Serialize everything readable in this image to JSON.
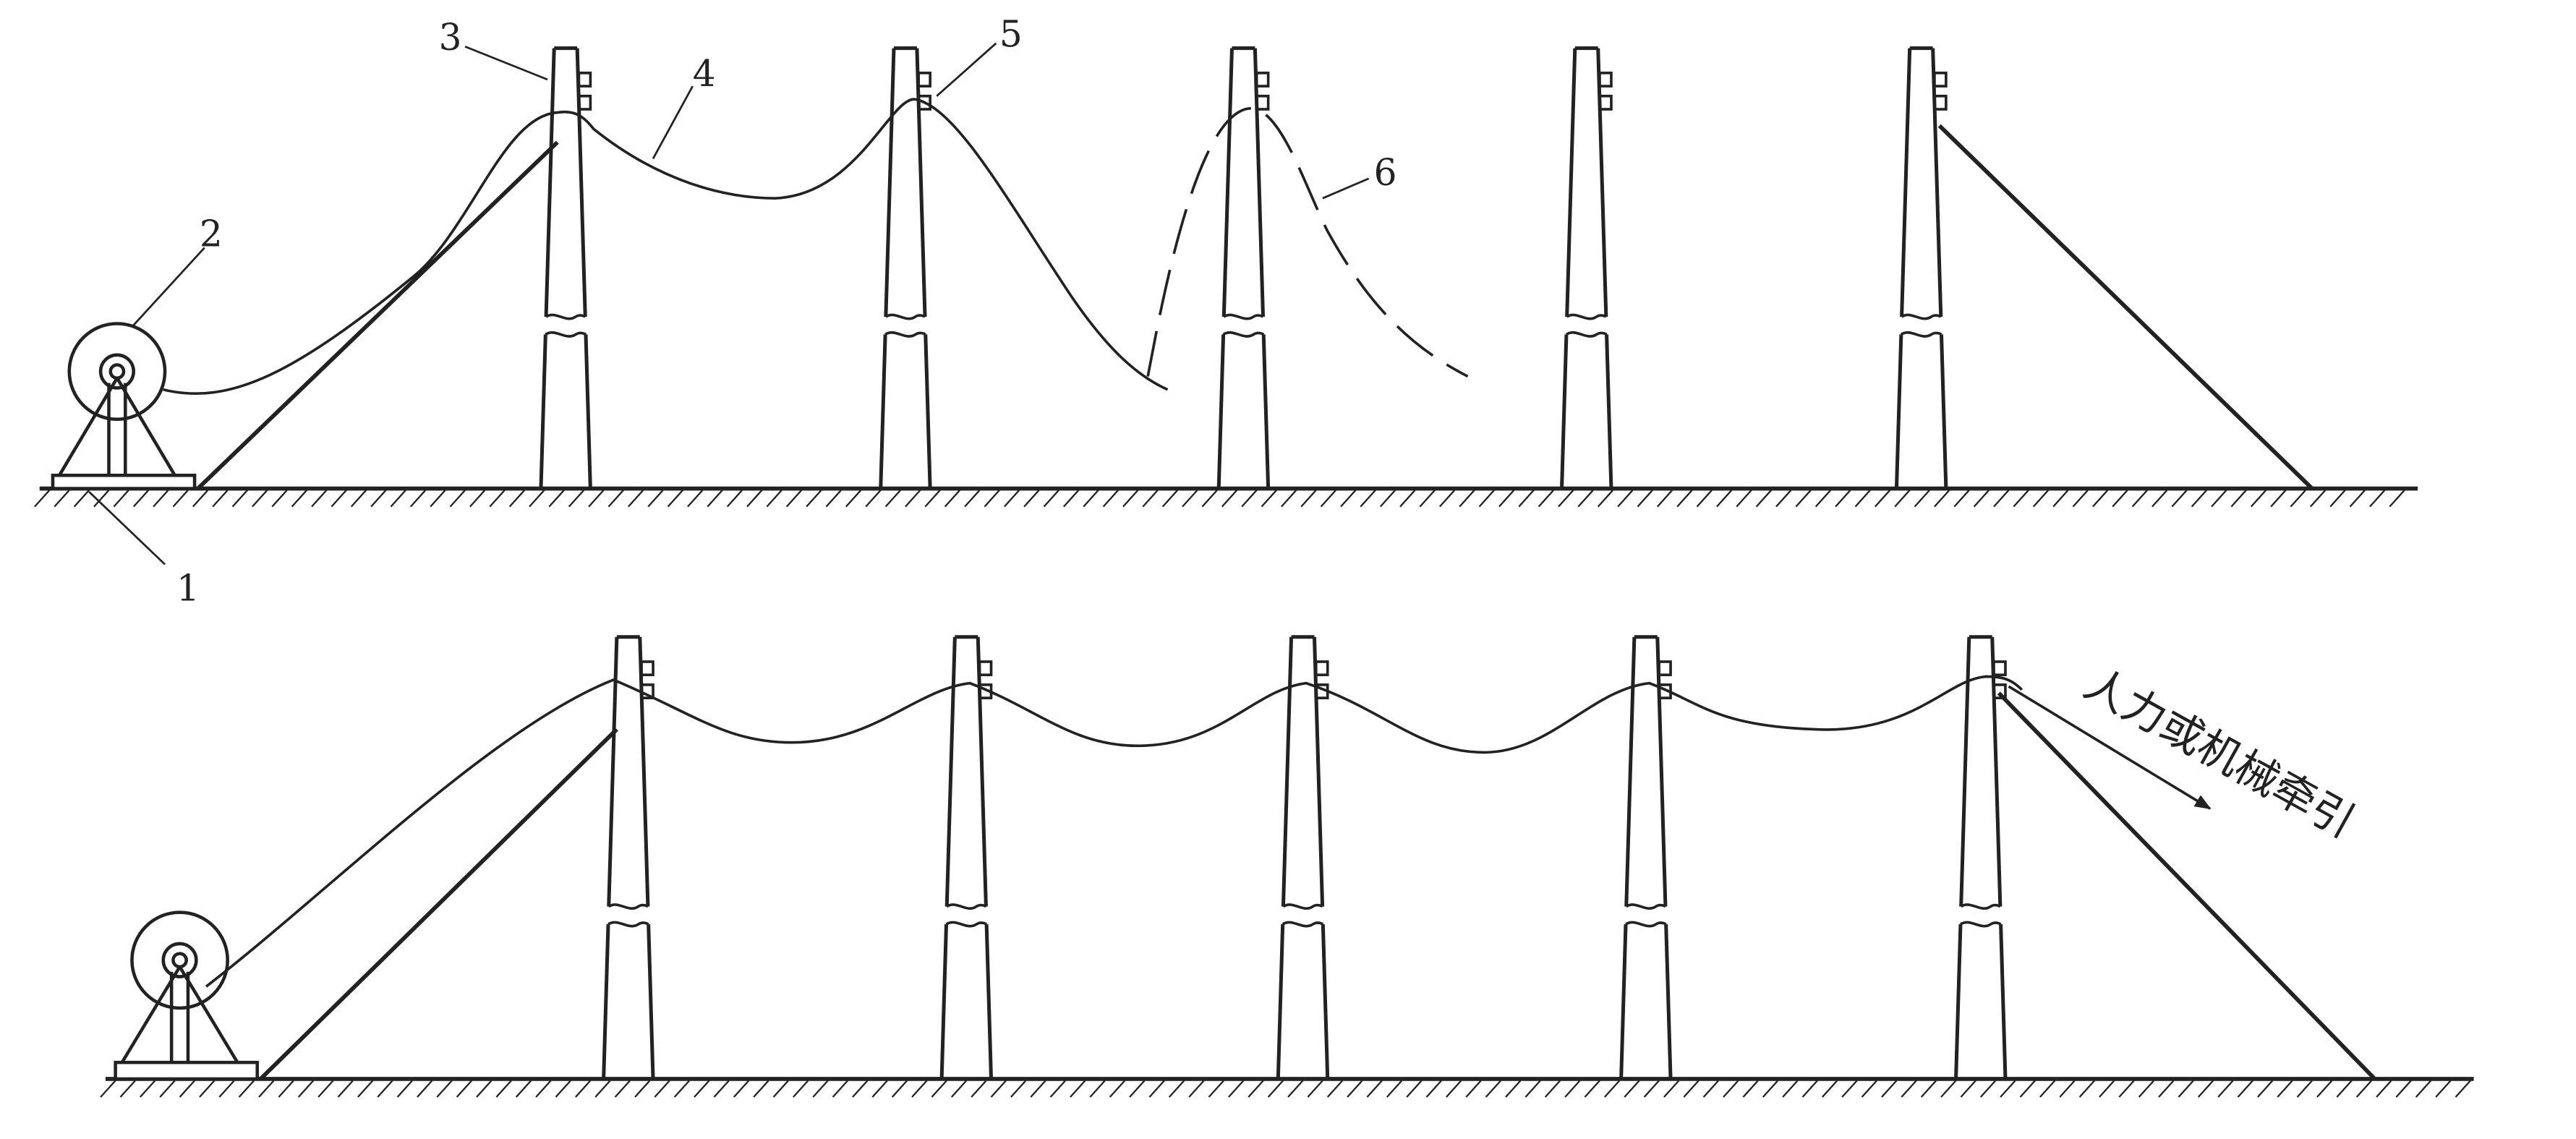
{
  "labels": {
    "n1": "1",
    "n2": "2",
    "n3": "3",
    "n4": "4",
    "n5": "5",
    "n6": "6",
    "traction": "人力或机械牵引"
  },
  "colors": {
    "ink": "#222222",
    "background": "#ffffff"
  }
}
